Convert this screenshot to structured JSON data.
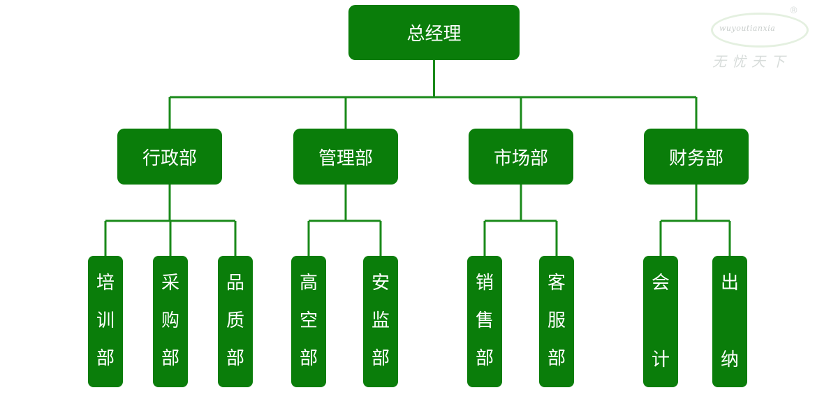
{
  "root": {
    "label": "总经理"
  },
  "departments": [
    {
      "label": "行政部",
      "children": [
        "培训部",
        "采购部",
        "品质部"
      ]
    },
    {
      "label": "管理部",
      "children": [
        "高空部",
        "安监部"
      ]
    },
    {
      "label": "市场部",
      "children": [
        "销售部",
        "客服部"
      ]
    },
    {
      "label": "财务部",
      "children": [
        "会计",
        "出纳"
      ]
    }
  ],
  "watermark": {
    "latin": "wuyoutianxia",
    "chinese": "无忧天下",
    "registered": "®"
  },
  "colors": {
    "node_fill": "#0a7d0a",
    "connector": "#1a8a1a",
    "node_text": "#ffffff"
  }
}
